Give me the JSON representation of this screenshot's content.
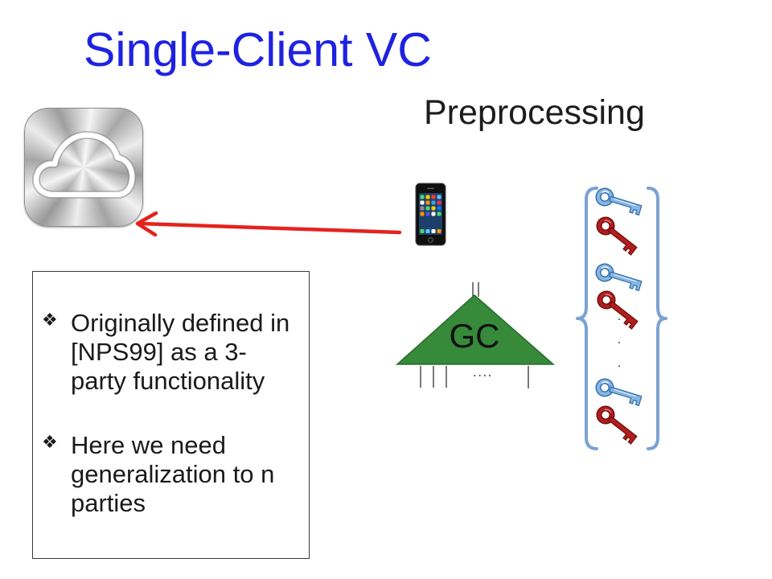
{
  "slide": {
    "title": "Single-Client VC",
    "subtitle": "Preprocessing"
  },
  "colors": {
    "title": "#1e22e0",
    "arrow": "#e5221d",
    "garbled_circuit": "#368a3a",
    "brace": "#7ba2d2",
    "key_blue": "#86b6e2",
    "key_red": "#b01e1e"
  },
  "icons": {
    "cloud": "icloud-icon",
    "phone": "iphone-icon",
    "key": "key-icon"
  },
  "circuit": {
    "label": "GC",
    "output_ellipsis": "...."
  },
  "keys": {
    "ellipsis": [
      ".",
      ".",
      "."
    ]
  },
  "notes": {
    "bullet": "❖",
    "items": [
      "Originally defined in [NPS99] as a 3-party functionality",
      "Here we need generalization to n parties"
    ]
  }
}
